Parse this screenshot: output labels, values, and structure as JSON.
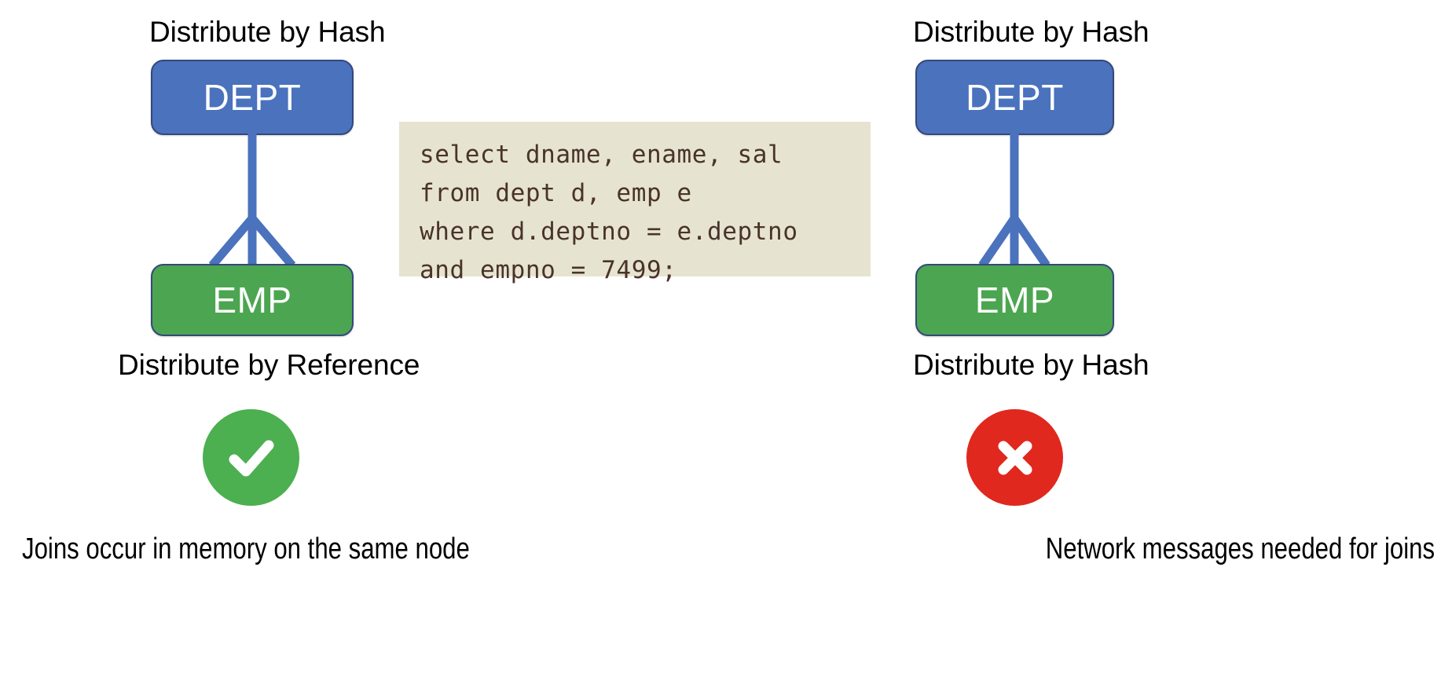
{
  "panels": {
    "left": {
      "top_label": "Distribute by Hash",
      "parent_entity": "DEPT",
      "child_entity": "EMP",
      "bottom_label": "Distribute by Reference",
      "status_icon": "check-circle-icon",
      "status_color": "#4caf50",
      "caption": "Joins occur in memory on the same node"
    },
    "right": {
      "top_label": "Distribute by Hash",
      "parent_entity": "DEPT",
      "child_entity": "EMP",
      "bottom_label": "Distribute by Hash",
      "status_icon": "x-circle-icon",
      "status_color": "#e0281e",
      "caption": "Network messages needed for joins"
    }
  },
  "sql": {
    "lines": [
      "select dname, ename, sal",
      "from dept d, emp e",
      "where d.deptno = e.deptno",
      "and empno = 7499;"
    ],
    "text": "select dname, ename, sal\nfrom dept d, emp e\nwhere d.deptno = e.deptno\nand empno = 7499;",
    "background_color": "#e6e4d1",
    "text_color": "#4a332b"
  },
  "colors": {
    "dept_fill": "#4a72bd",
    "emp_fill": "#4ca551",
    "entity_border": "#36477b",
    "connector": "#4a72bd",
    "entity_text": "#ffffff",
    "label_text": "#000000"
  }
}
